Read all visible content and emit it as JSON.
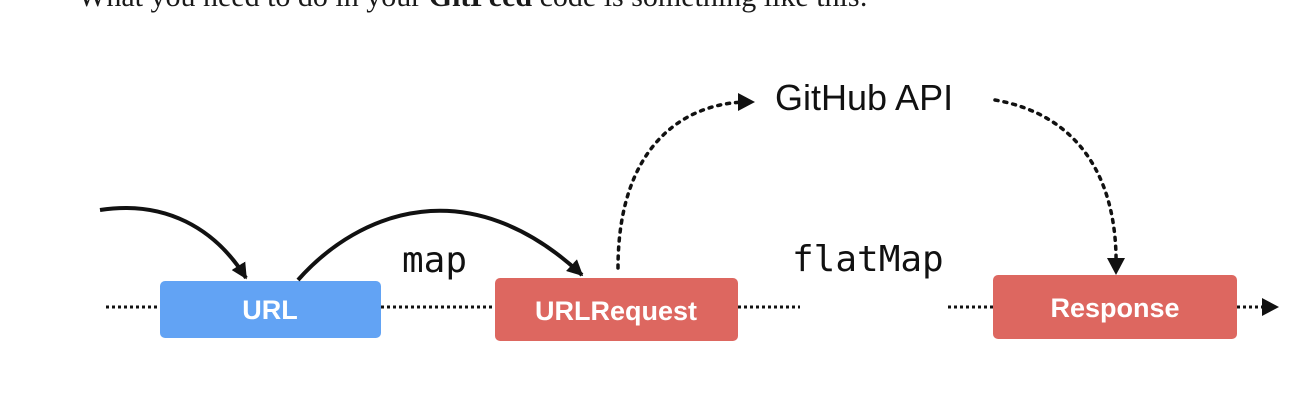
{
  "intro": {
    "prefix": "What you need to do in your ",
    "emphasis": "GitFeed",
    "suffix": " code is something like this:"
  },
  "diagram": {
    "nodes": {
      "url": "URL",
      "url_request": "URLRequest",
      "response": "Response",
      "github_api": "GitHub API"
    },
    "operators": {
      "map": "map",
      "flat_map": "flatMap"
    },
    "colors": {
      "url_box": "#62a3f4",
      "request_box": "#dd6760",
      "response_box": "#dd6760",
      "lines": "#111111"
    }
  }
}
